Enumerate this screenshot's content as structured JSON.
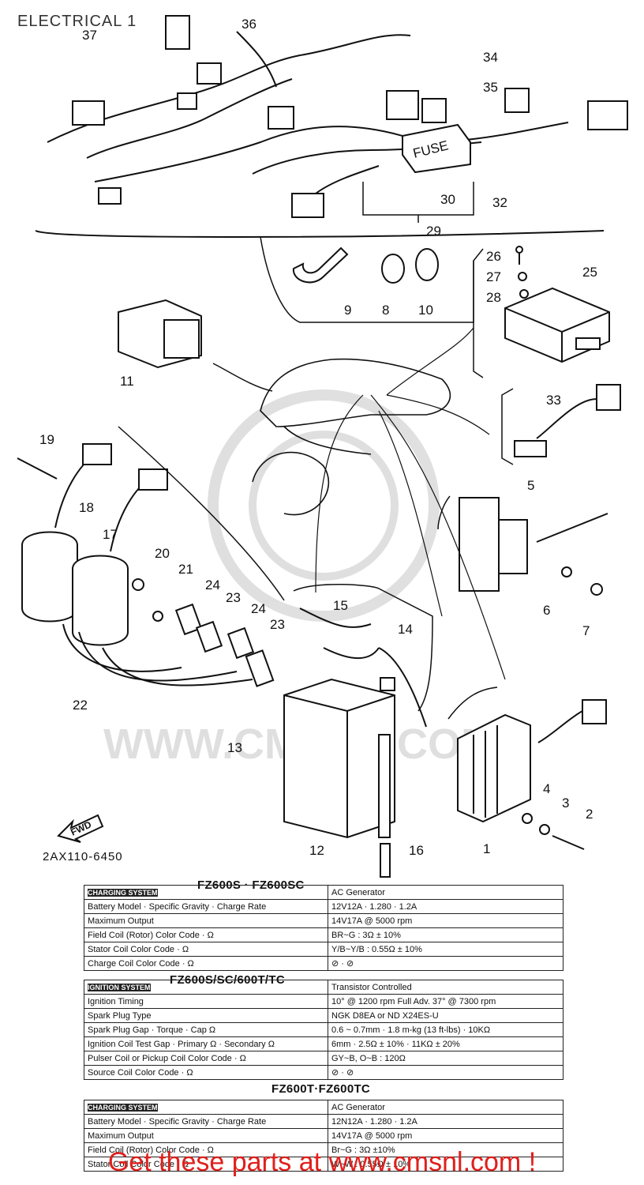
{
  "title": "ELECTRICAL 1",
  "part_code": "2AX110-6450",
  "direction_arrow": "FWD",
  "callouts": [
    "1",
    "2",
    "3",
    "4",
    "5",
    "6",
    "7",
    "8",
    "9",
    "10",
    "11",
    "12",
    "13",
    "14",
    "15",
    "16",
    "17",
    "18",
    "19",
    "20",
    "21",
    "22",
    "23",
    "23",
    "24",
    "24",
    "25",
    "26",
    "27",
    "28",
    "29",
    "30",
    "32",
    "33",
    "34",
    "35",
    "36",
    "37"
  ],
  "fuse_label": "FUSE",
  "tables": [
    {
      "heading": "FZ600S · FZ600SC",
      "section": "CHARGING SYSTEM",
      "section_value": "AC Generator",
      "rows": [
        {
          "label": "Battery  Model · Specific Gravity · Charge Rate",
          "value": "12V12A · 1.280 · 1.2A"
        },
        {
          "label": "Maximum Output",
          "value": "14V17A @ 5000 rpm"
        },
        {
          "label": "Field Coil (Rotor) Color Code · Ω",
          "value": "BR~G : 3Ω ± 10%"
        },
        {
          "label": "Stator Coil Color Code · Ω",
          "value": "Y/B~Y/B : 0.55Ω ± 10%"
        },
        {
          "label": "Charge Coil Color Code · Ω",
          "value": "⊘ · ⊘"
        }
      ]
    },
    {
      "heading": "FZ600S/SC/600T/TC",
      "section": "IGNITION SYSTEM",
      "section_value": "Transistor Controlled",
      "rows": [
        {
          "label": "Ignition Timing",
          "value": "10° @ 1200 rpm        Full Adv. 37° @ 7300 rpm"
        },
        {
          "label": "Spark Plug Type",
          "value": "NGK D8EA or ND X24ES-U"
        },
        {
          "label": "Spark Plug Gap · Torque · Cap Ω",
          "value": "0.6 ~ 0.7mm · 1.8 m-kg (13 ft-lbs) · 10KΩ"
        },
        {
          "label": "Ignition Coil Test Gap · Primary Ω · Secondary Ω",
          "value": "6mm · 2.5Ω ± 10% · 11KΩ ± 20%"
        },
        {
          "label": "Pulser Coil or Pickup Coil Color Code · Ω",
          "value": "GY~B, O~B : 120Ω"
        },
        {
          "label": "Source Coil Color Code · Ω",
          "value": "⊘ · ⊘"
        }
      ]
    },
    {
      "heading": "FZ600T·FZ600TC",
      "section": "CHARGING SYSTEM",
      "section_value": "AC Generator",
      "rows": [
        {
          "label": "Battery  Model · Specific Gravity · Charge Rate",
          "value": "12N12A · 1.280 · 1.2A"
        },
        {
          "label": "Maximum Output",
          "value": "14V17A @ 5000 rpm"
        },
        {
          "label": "Field Coil (Rotor) Color Code · Ω",
          "value": "Br~G : 3Ω ±10%"
        },
        {
          "label": "Stator Coil Color Code · Ω",
          "value": "W~W : 0.55Ω ± 10%"
        }
      ]
    }
  ],
  "footer": "Get these parts at www.cmsnl.com !",
  "watermark": "WWW.CMSNL.COM"
}
